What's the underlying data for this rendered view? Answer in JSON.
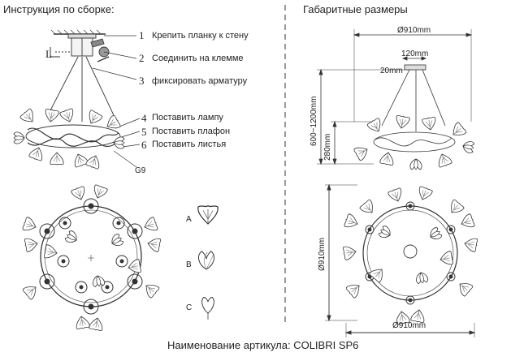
{
  "header": {
    "left_title": "Инструкция по сборке:",
    "right_title": "Габаритные размеры"
  },
  "steps": [
    {
      "num": "1",
      "text": "Крепить планку к стену"
    },
    {
      "num": "2",
      "text": "Соединить на клемме"
    },
    {
      "num": "3",
      "text": "фиксировать арматуру"
    },
    {
      "num": "4",
      "text": "Поставить лампу"
    },
    {
      "num": "5",
      "text": "Поставить плафон"
    },
    {
      "num": "6",
      "text": "Поставить листья"
    }
  ],
  "callouts": {
    "ceiling": "L",
    "hook": "G9"
  },
  "leaf_labels": [
    "A",
    "B",
    "C"
  ],
  "dimensions": {
    "top_width": "Ø910mm",
    "canopy_width": "120mm",
    "mount_width": "20mm",
    "drop_range": "600~1200mm",
    "body_height": "280mm",
    "plan_diameter_vertical": "Ø910mm",
    "plan_diameter_bottom": "Ø910mm"
  },
  "footer": {
    "text": "Наименование артикула: COLIBRI SP6"
  }
}
